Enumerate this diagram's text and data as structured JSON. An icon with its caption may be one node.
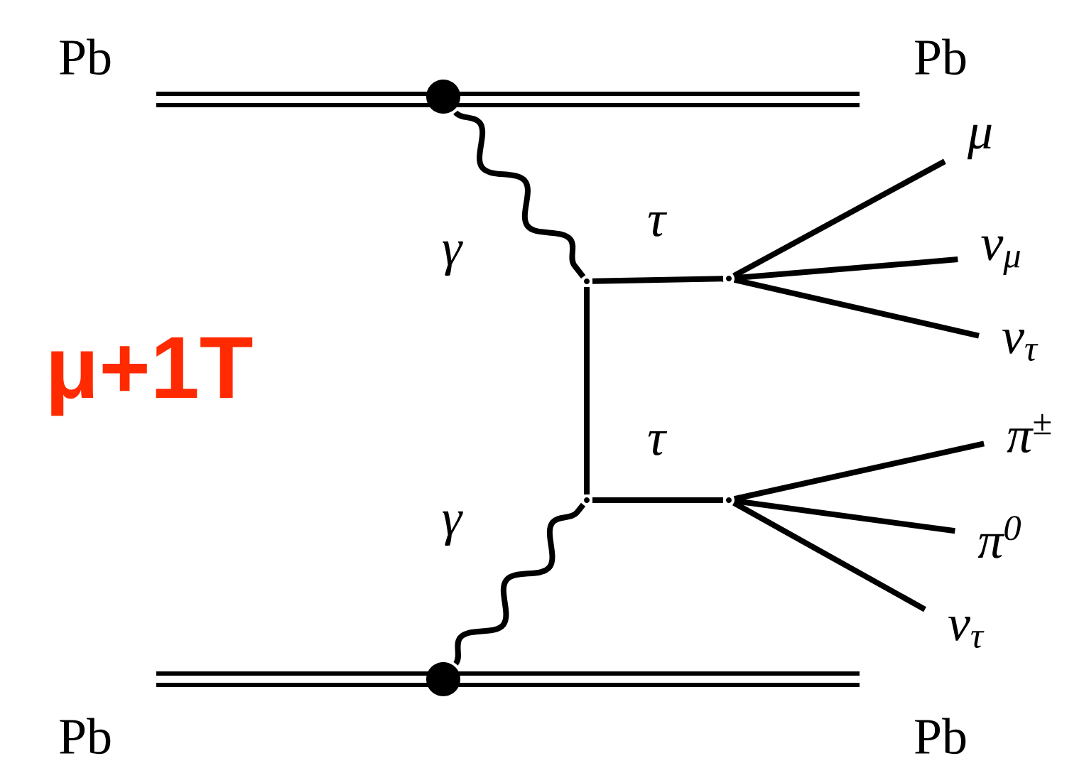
{
  "diagram": {
    "nodes": [
      {
        "text": [],
        "shape": "circle"
      },
      {
        "text": [],
        "shape": "circle"
      },
      {
        "text": [],
        "shape": "point"
      },
      {
        "text": [],
        "shape": "point"
      },
      {
        "text": [],
        "shape": "point"
      },
      {
        "text": [],
        "shape": "point"
      },
      {
        "text": [
          "μ"
        ]
      },
      {
        "text": [
          "ν$_{μ}$"
        ]
      },
      {
        "text": [
          "ν$_{τ}$"
        ]
      },
      {
        "text": [
          "π$^{±}$"
        ]
      },
      {
        "text": [
          "π$^{0}$"
        ]
      },
      {
        "text": [
          "ν$_{τ}$"
        ]
      }
    ],
    "edges": [
      {
        "from": 0,
        "to": 2,
        "arrow": "none",
        "label": "γ"
      },
      {
        "from": 1,
        "to": 3,
        "arrow": "none",
        "label": "γ"
      },
      {
        "from": 2,
        "to": 3,
        "arrow": "none"
      },
      {
        "from": 2,
        "to": 4,
        "arrow": "none",
        "label": "τ"
      },
      {
        "from": 3,
        "to": 5,
        "arrow": "none",
        "label": "τ"
      },
      {
        "from": 4,
        "to": 6,
        "arrow": "none"
      },
      {
        "from": 4,
        "to": 7,
        "arrow": "none"
      },
      {
        "from": 4,
        "to": 8,
        "arrow": "none"
      },
      {
        "from": 5,
        "to": 9,
        "arrow": "none"
      },
      {
        "from": 5,
        "to": 10,
        "arrow": "none"
      },
      {
        "from": 5,
        "to": 11,
        "arrow": "none"
      }
    ],
    "labels": [
      "Pb",
      "Pb",
      "μ+1T",
      "Pb",
      "Pb"
    ]
  }
}
